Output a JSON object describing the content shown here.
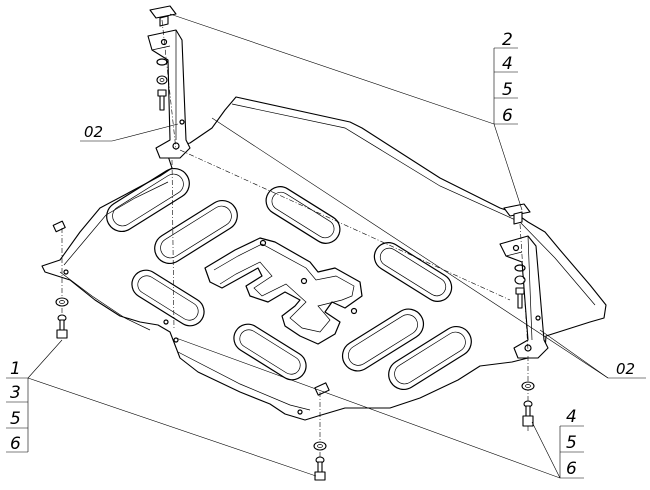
{
  "callouts": {
    "top_right": [
      "2",
      "4",
      "5",
      "6"
    ],
    "left": [
      "1",
      "3",
      "5",
      "6"
    ],
    "bottom_right": [
      "4",
      "5",
      "6"
    ],
    "bracket_left_label": "02",
    "bracket_right_label": "02"
  }
}
